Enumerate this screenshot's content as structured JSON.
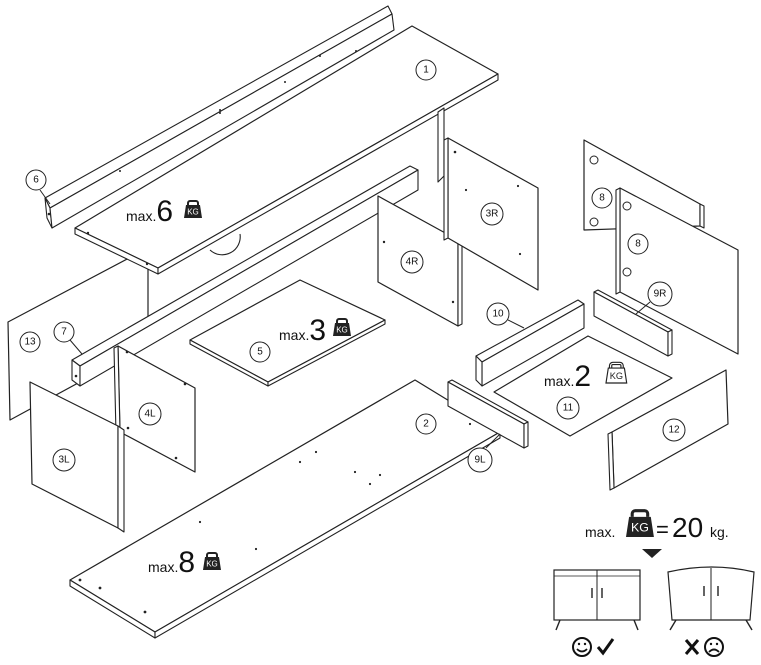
{
  "parts": {
    "p1": "1",
    "p2": "2",
    "p3R": "3R",
    "p3L": "3L",
    "p4R": "4R",
    "p4L": "4L",
    "p5": "5",
    "p6": "6",
    "p7": "7",
    "p8a": "8",
    "p8b": "8",
    "p9R": "9R",
    "p9L": "9L",
    "p10": "10",
    "p11": "11",
    "p12": "12",
    "p13": "13"
  },
  "loads": {
    "max_label": "max.",
    "shelf1": "6",
    "shelf5": "3",
    "shelf11": "2",
    "shelf2": "8",
    "total_value": "20",
    "total_unit": "kg.",
    "equals": "=",
    "kg_icon": "KG"
  },
  "icons": {
    "weight": "weight-kg-icon",
    "ok": "smiley-check-icon",
    "bad": "cross-frown-icon"
  }
}
